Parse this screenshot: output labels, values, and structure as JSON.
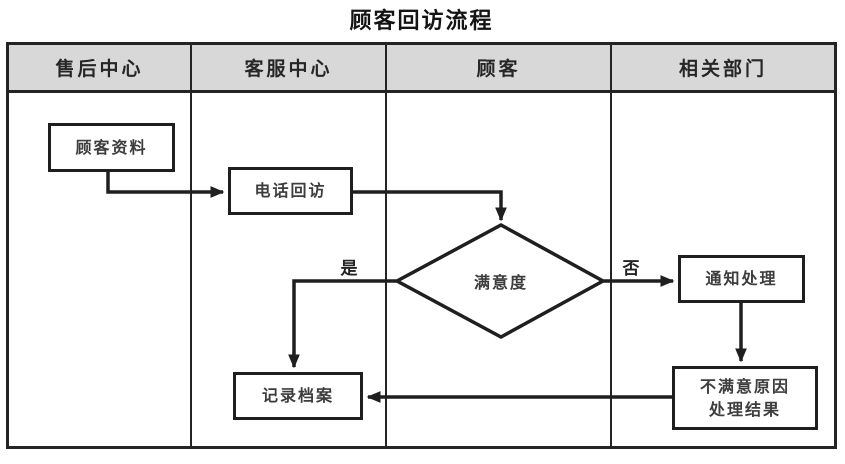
{
  "title": "顾客回访流程",
  "lanes": [
    {
      "label": "售后中心"
    },
    {
      "label": "客服中心"
    },
    {
      "label": "顾客"
    },
    {
      "label": "相关部门"
    }
  ],
  "nodes": {
    "customer_data": {
      "label": "顾客资料"
    },
    "phone_visit": {
      "label": "电话回访"
    },
    "satisfaction": {
      "label": "满意度"
    },
    "notify": {
      "label": "通知处理"
    },
    "record": {
      "label": "记录档案"
    },
    "dissatisfaction": {
      "line1": "不满意原因",
      "line2": "处理结果"
    }
  },
  "edge_labels": {
    "yes": "是",
    "no": "否"
  },
  "colors": {
    "header_bg": "#d8d8d8",
    "line": "#1f1f1f",
    "node_bg": "#ffffff",
    "text": "#3d3d3d"
  }
}
